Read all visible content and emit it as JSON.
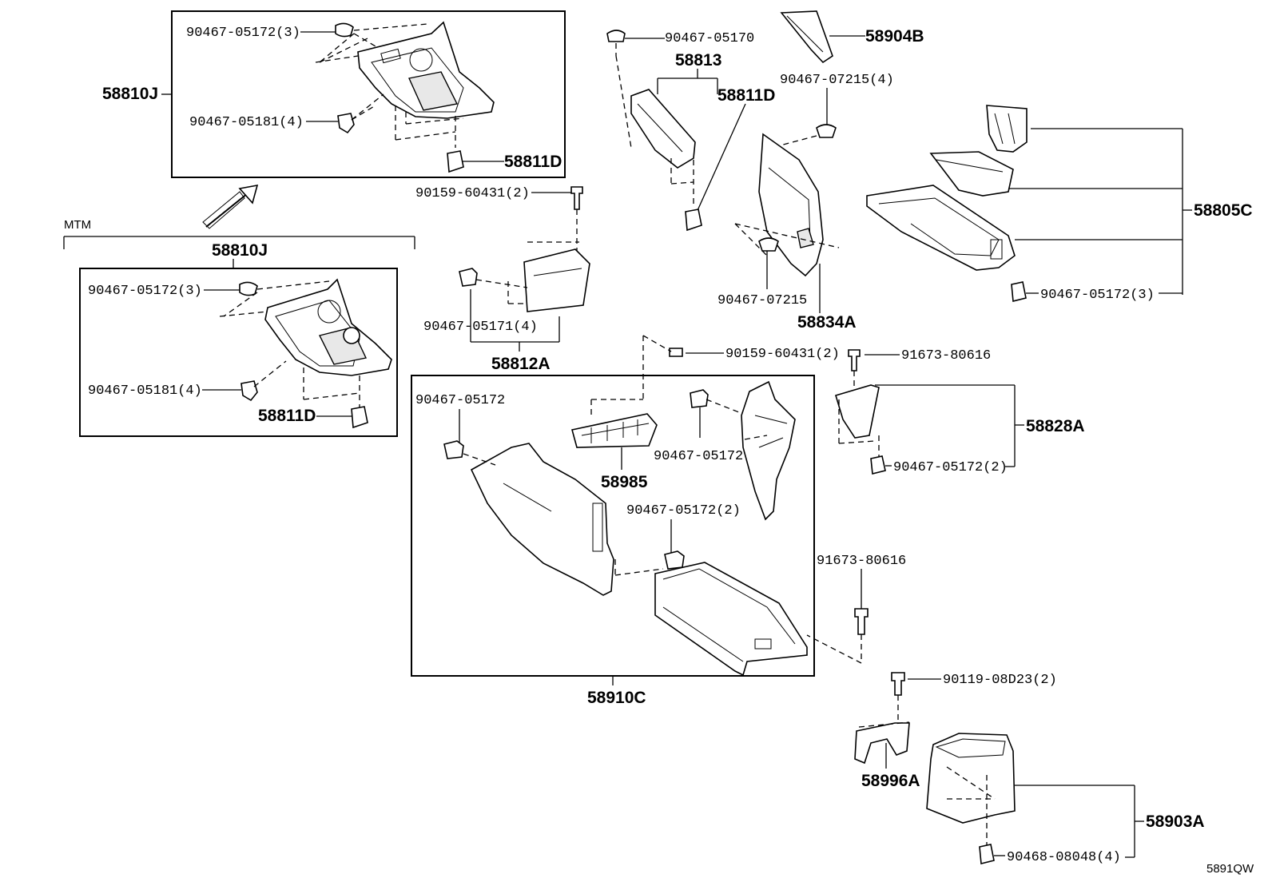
{
  "labels": {
    "p_90467_05172_3_top": "90467-05172(3)",
    "p_58810J_top": "58810J",
    "p_90467_05181_4_top": "90467-05181(4)",
    "p_58811D_top": "58811D",
    "mtm": "MTM",
    "p_58810J_mtm": "58810J",
    "p_90467_05172_3_mtm": "90467-05172(3)",
    "p_90467_05181_4_mtm": "90467-05181(4)",
    "p_58811D_mtm": "58811D",
    "p_90159_60431_2_a": "90159-60431(2)",
    "p_90467_05171_4": "90467-05171(4)",
    "p_58812A": "58812A",
    "p_90467_05170": "90467-05170",
    "p_58813": "58813",
    "p_58811D_mid": "58811D",
    "p_58904B": "58904B",
    "p_90467_07215_4": "90467-07215(4)",
    "p_90467_07215": "90467-07215",
    "p_58834A": "58834A",
    "p_58805C": "58805C",
    "p_90467_05172_3_right": "90467-05172(3)",
    "p_90159_60431_2_b": "90159-60431(2)",
    "p_91673_80616_a": "91673-80616",
    "p_58828A": "58828A",
    "p_90467_05172_2_right": "90467-05172(2)",
    "p_90467_05172_box_left": "90467-05172",
    "p_58985": "58985",
    "p_90467_05172_box_mid": "90467-05172",
    "p_90467_05172_2_box": "90467-05172(2)",
    "p_58910C": "58910C",
    "p_91673_80616_b": "91673-80616",
    "p_90119_08D23_2": "90119-08D23(2)",
    "p_58996A": "58996A",
    "p_58903A": "58903A",
    "p_90468_08048_4": "90468-08048(4)",
    "figure_code": "5891QW"
  },
  "icons": {
    "arrow": "diagonal-arrow-icon",
    "clip": "clip-icon",
    "bolt": "bolt-icon",
    "grommet": "grommet-icon"
  }
}
